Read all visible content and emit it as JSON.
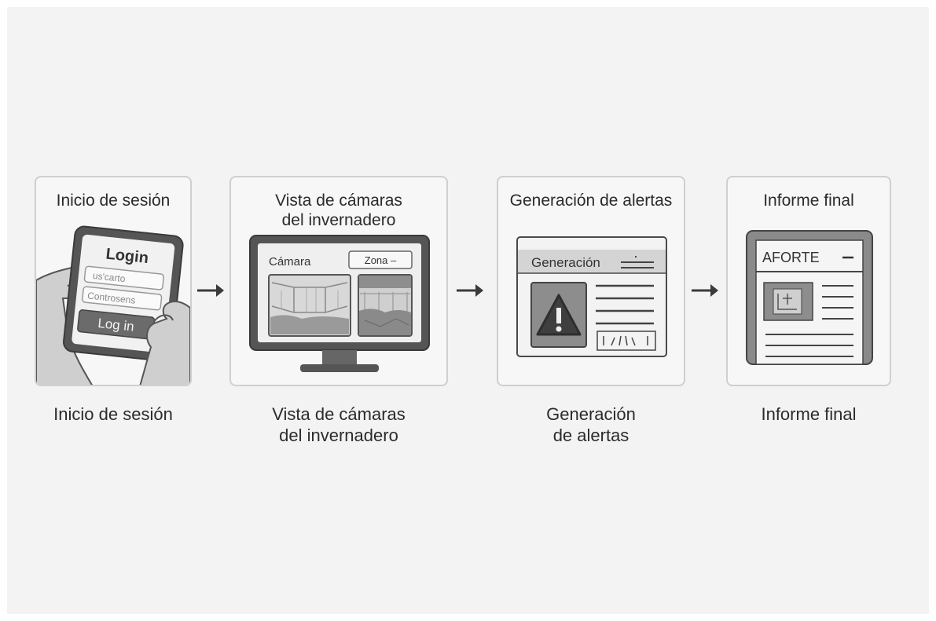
{
  "steps": [
    {
      "title": "Inicio de sesión",
      "caption": [
        "Inicio de sesión"
      ],
      "screen": {
        "heading": "Login",
        "user_placeholder": "us'carto",
        "password_placeholder": "Controsens",
        "button": "Log in"
      }
    },
    {
      "title": [
        "Vista de cámaras",
        "del invernadero"
      ],
      "caption": [
        "Vista de cámaras",
        "del invernadero"
      ],
      "screen": {
        "label": "Cámara",
        "zone_select": "Zona –"
      }
    },
    {
      "title": "Generación de alertas",
      "caption": [
        "Generación",
        "de alertas"
      ],
      "screen": {
        "header": "Generación"
      }
    },
    {
      "title": "Informe final",
      "caption": [
        "Informe final"
      ],
      "screen": {
        "header": "AFORTE"
      }
    }
  ],
  "icons": [
    "arrow-right-icon",
    "tablet-icon",
    "monitor-icon",
    "warning-icon",
    "report-icon",
    "chart-icon"
  ],
  "colors": {
    "background": "#f3f3f3",
    "card": "#f7f7f7",
    "card_border": "#cfcfcf",
    "dark": "#4a4a4a",
    "button": "#6b6b6b"
  }
}
